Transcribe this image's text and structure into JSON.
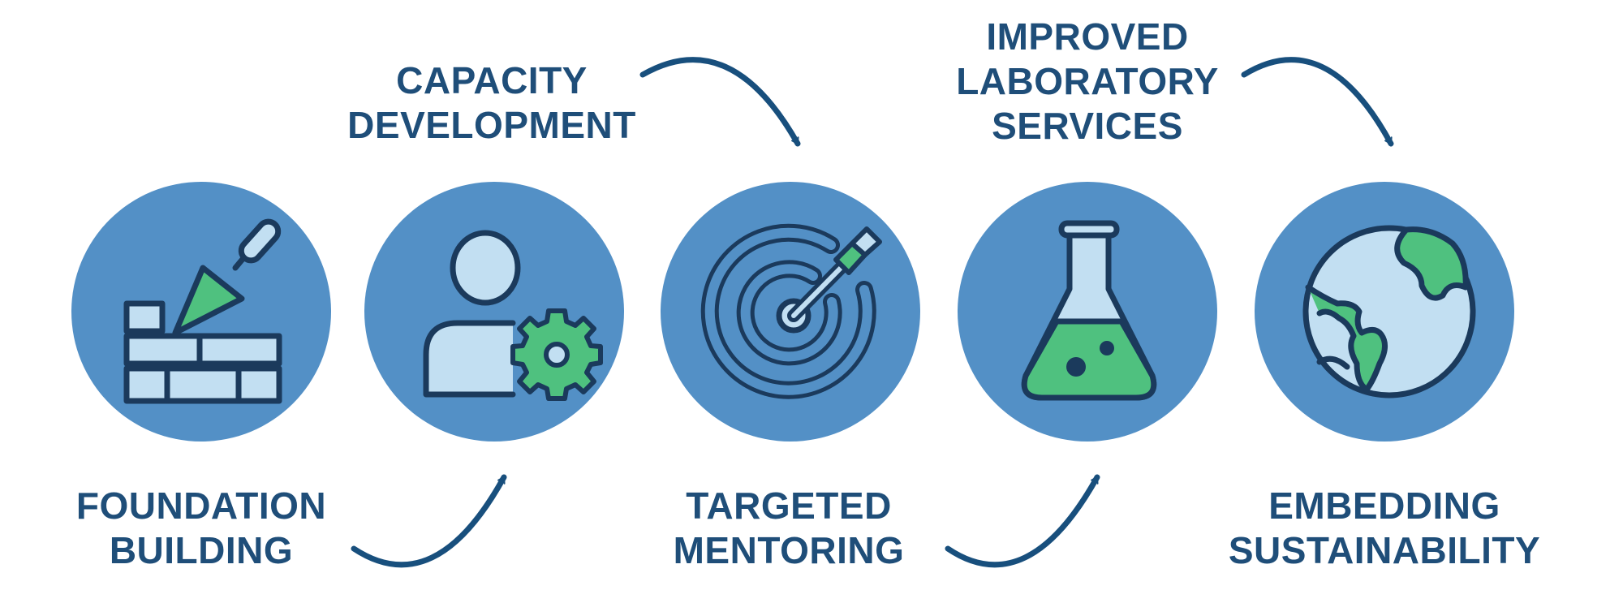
{
  "colors": {
    "text": "#1f4e79",
    "circle": "#5390c6",
    "outline": "#1b3a5c",
    "light_fill": "#c2dff2",
    "green": "#4fc17f",
    "arrow": "#184f7d"
  },
  "steps": [
    {
      "id": "foundation",
      "icon": "brick-wall-trowel-icon",
      "label": [
        "FOUNDATION",
        "BUILDING"
      ]
    },
    {
      "id": "capacity",
      "icon": "person-gear-icon",
      "label": [
        "CAPACITY",
        "DEVELOPMENT"
      ]
    },
    {
      "id": "mentoring",
      "icon": "target-arrow-icon",
      "label": [
        "TARGETED",
        "MENTORING"
      ]
    },
    {
      "id": "lab",
      "icon": "flask-icon",
      "label": [
        "IMPROVED",
        "LABORATORY",
        "SERVICES"
      ]
    },
    {
      "id": "sustainability",
      "icon": "globe-icon",
      "label": [
        "EMBEDDING",
        "SUSTAINABILITY"
      ]
    }
  ],
  "connectors": [
    {
      "from": "foundation",
      "to": "capacity",
      "icon": "curved-arrow-up-icon"
    },
    {
      "from": "capacity",
      "to": "mentoring",
      "icon": "curved-arrow-down-icon"
    },
    {
      "from": "mentoring",
      "to": "lab",
      "icon": "curved-arrow-up-icon"
    },
    {
      "from": "lab",
      "to": "sustainability",
      "icon": "curved-arrow-down-icon"
    }
  ]
}
